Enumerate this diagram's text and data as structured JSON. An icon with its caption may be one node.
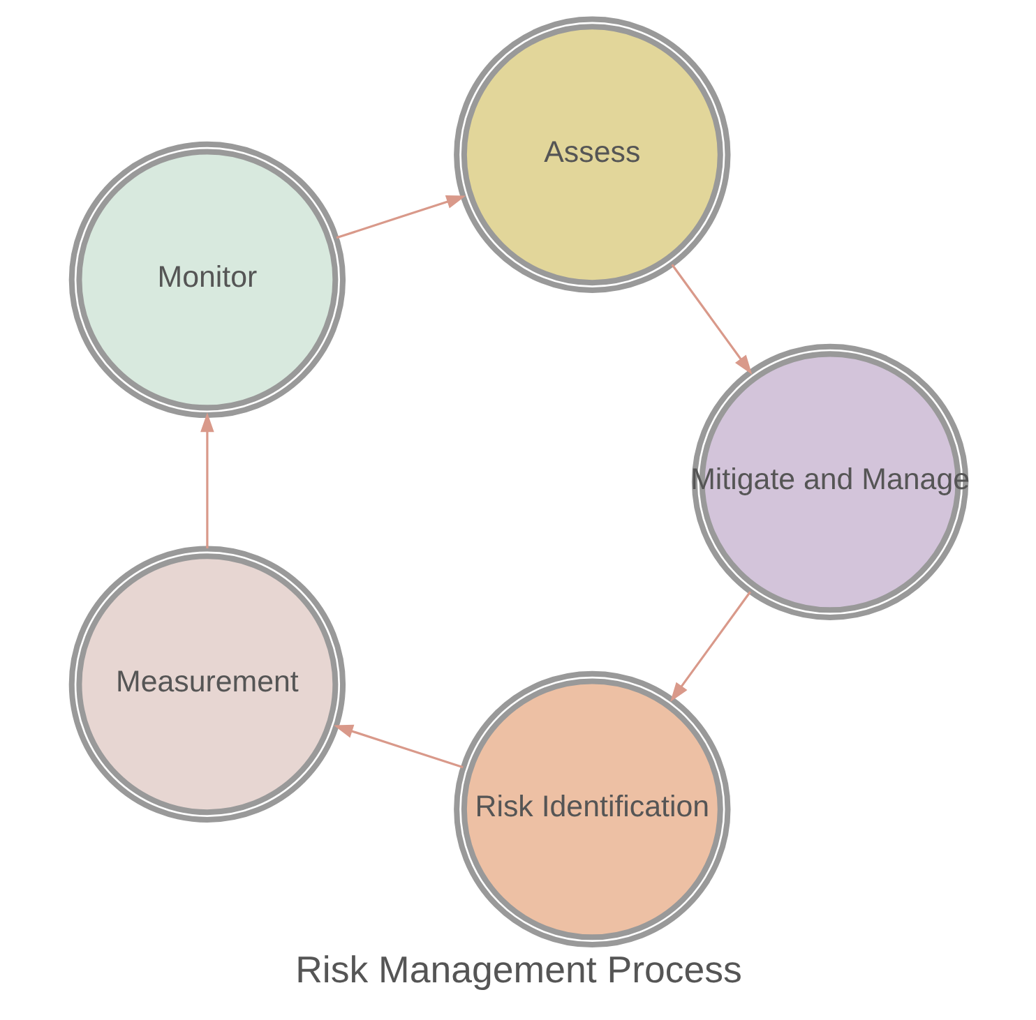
{
  "diagram": {
    "title": "Risk Management Process",
    "nodes": [
      {
        "text": [
          "Risk Identification"
        ]
      },
      {
        "text": [
          "Measurement"
        ]
      },
      {
        "text": [
          "Monitor"
        ]
      },
      {
        "text": [
          "Assess"
        ]
      },
      {
        "text": [
          "Mitigate and Manage"
        ]
      }
    ],
    "edges": [
      {
        "from": 0,
        "to": 1,
        "arrow": "to"
      },
      {
        "from": 1,
        "to": 2,
        "arrow": "to"
      },
      {
        "from": 2,
        "to": 3,
        "arrow": "to"
      },
      {
        "from": 3,
        "to": 4,
        "arrow": "to"
      },
      {
        "from": 4,
        "to": 0,
        "arrow": "to"
      }
    ]
  }
}
